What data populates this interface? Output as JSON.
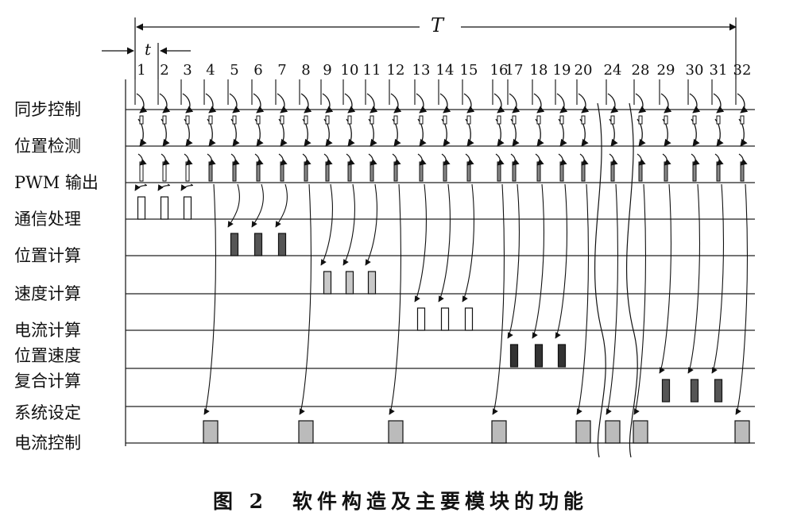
{
  "diagram": {
    "period_label": "T",
    "slot_label": "t",
    "caption": "图 2　软件构造及主要模块的功能",
    "rows": [
      "同步控制",
      "位置检测",
      "PWM 输出",
      "通信处理",
      "位置计算",
      "速度计算",
      "电流计算",
      "位置速度",
      "复合计算",
      "系统设定",
      "电流控制"
    ],
    "slots": [
      "1",
      "2",
      "3",
      "4",
      "5",
      "6",
      "7",
      "8",
      "9",
      "10",
      "11",
      "12",
      "13",
      "14",
      "15",
      "16",
      "17",
      "18",
      "19",
      "20",
      "24",
      "28",
      "29",
      "30",
      "31",
      "32"
    ],
    "task_blocks": [
      {
        "row": 3,
        "slots": [
          0,
          1,
          2
        ],
        "fill": "#ffffff"
      },
      {
        "row": 4,
        "slots": [
          4,
          5,
          6
        ],
        "fill": "#555555"
      },
      {
        "row": 5,
        "slots": [
          8,
          9,
          10
        ],
        "fill": "#c8c8c8"
      },
      {
        "row": 6,
        "slots": [
          12,
          13,
          14
        ],
        "fill": "#ffffff"
      },
      {
        "row": 7,
        "slots": [
          16,
          17,
          18
        ],
        "fill": "#333333"
      },
      {
        "row": 8,
        "slots": [
          22,
          23,
          24
        ],
        "fill": "#555555"
      },
      {
        "row": 10,
        "slots": [
          3,
          7,
          11,
          15,
          19,
          20,
          21,
          25
        ],
        "fill": "#bbbbbb"
      }
    ]
  }
}
